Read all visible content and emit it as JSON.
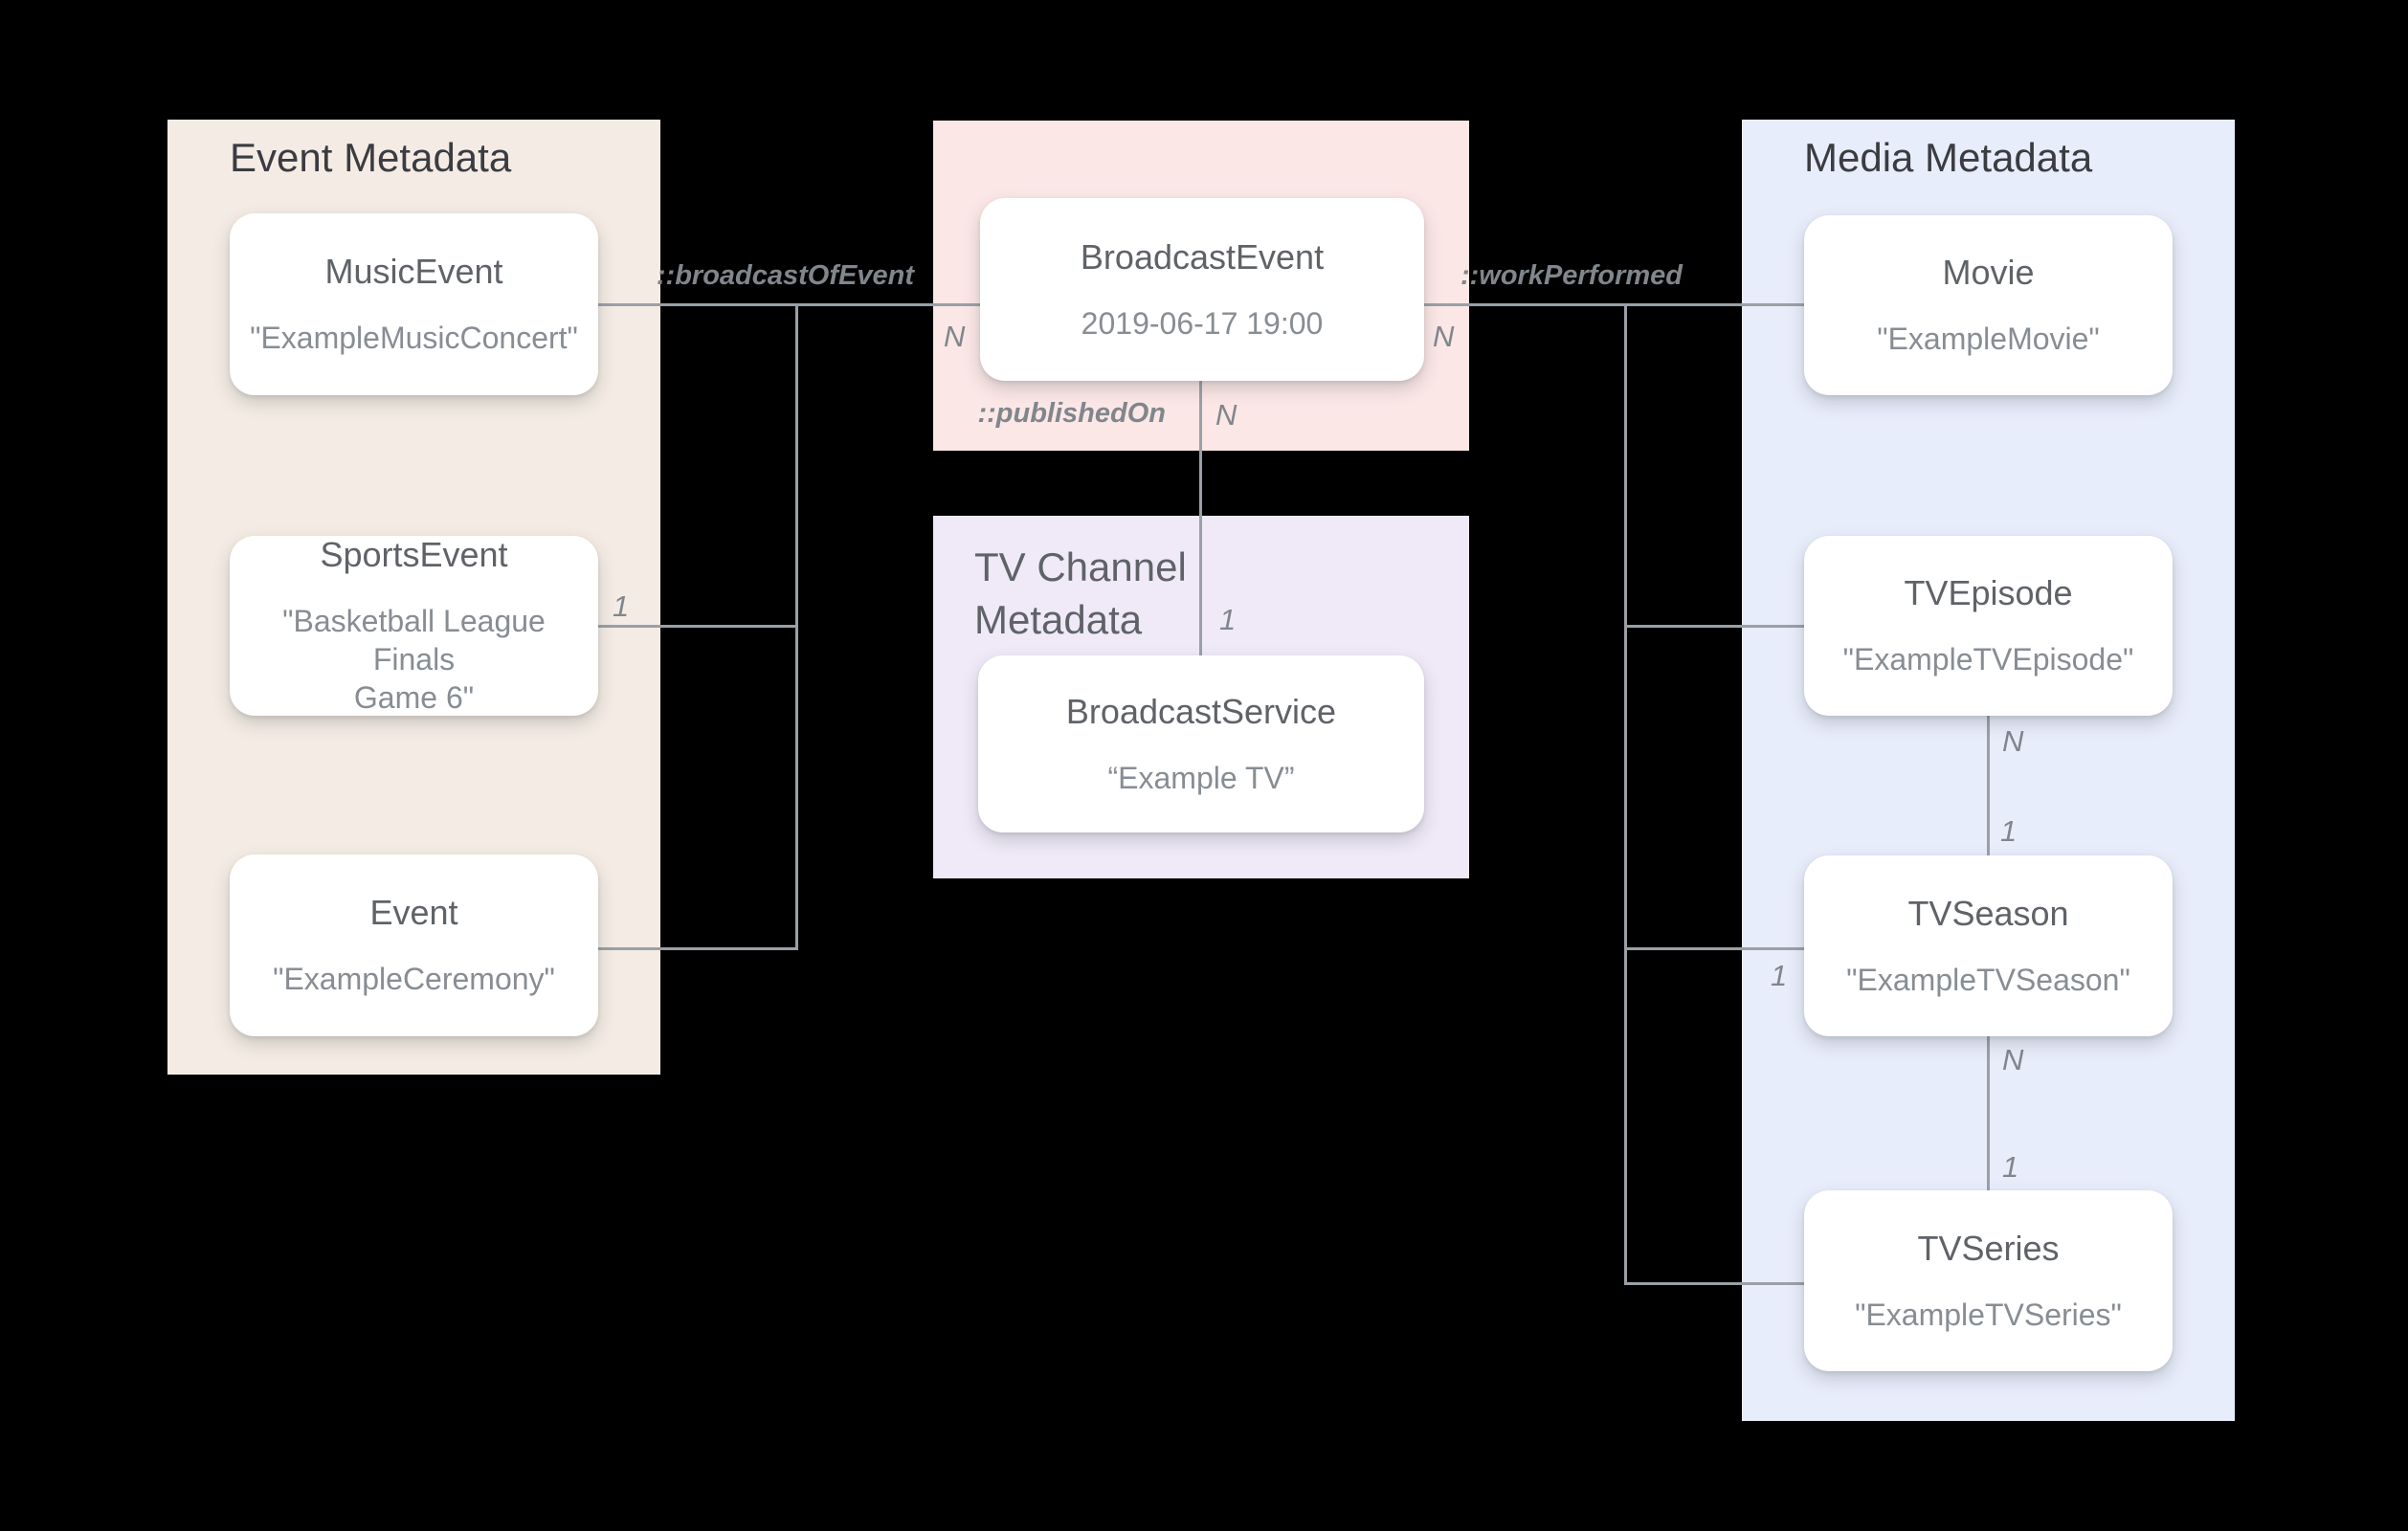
{
  "colors": {
    "background": "#000000",
    "event_panel": "#F4ECE4",
    "broadcast_event_panel": "#FBE7E6",
    "tv_channel_panel": "#F0EAF8",
    "media_panel": "#E8EDFB",
    "connector": "#9AA0A6",
    "panel_title": "#3A3C41",
    "label_gray": "#80868C"
  },
  "panels": {
    "event": {
      "title": "Event Metadata"
    },
    "tv_channel": {
      "title": "TV Channel\nMetadata"
    },
    "media": {
      "title": "Media Metadata"
    }
  },
  "nodes": {
    "music_event": {
      "title": "MusicEvent",
      "subtitle": "\"ExampleMusicConcert\""
    },
    "sports_event": {
      "title": "SportsEvent",
      "subtitle": "\"Basketball League Finals\nGame 6\""
    },
    "event": {
      "title": "Event",
      "subtitle": "\"ExampleCeremony\""
    },
    "broadcast_event": {
      "title": "BroadcastEvent",
      "subtitle": "2019-06-17 19:00"
    },
    "broadcast_service": {
      "title": "BroadcastService",
      "subtitle": "“Example TV”"
    },
    "movie": {
      "title": "Movie",
      "subtitle": "\"ExampleMovie\""
    },
    "tv_episode": {
      "title": "TVEpisode",
      "subtitle": "\"ExampleTVEpisode\""
    },
    "tv_season": {
      "title": "TVSeason",
      "subtitle": "\"ExampleTVSeason\""
    },
    "tv_series": {
      "title": "TVSeries",
      "subtitle": "\"ExampleTVSeries\""
    }
  },
  "relations": {
    "broadcast_of_event": {
      "label": "::broadcastOfEvent"
    },
    "work_performed": {
      "label": "::workPerformed"
    },
    "published_on": {
      "label": "::publishedOn"
    }
  },
  "cardinalities": {
    "music_broadcast_n": "N",
    "broadcast_movie_n": "N",
    "published_on_n": "N",
    "published_on_1": "1",
    "sports_event_1": "1",
    "tv_season_1": "1",
    "episode_to_season_n": "N",
    "episode_to_season_1": "1",
    "season_to_series_n": "N",
    "season_to_series_1": "1"
  }
}
